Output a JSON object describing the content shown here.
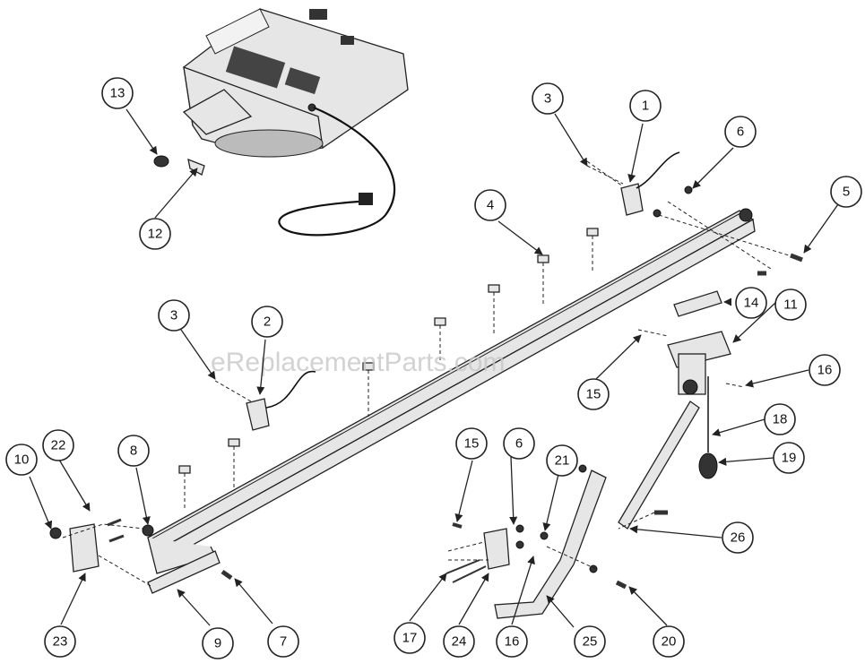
{
  "watermark": "eReplacementParts.com",
  "callouts": [
    "1",
    "2",
    "3",
    "3",
    "4",
    "5",
    "6",
    "6",
    "7",
    "8",
    "9",
    "10",
    "11",
    "12",
    "13",
    "14",
    "15",
    "15",
    "16",
    "16",
    "17",
    "18",
    "19",
    "20",
    "21",
    "22",
    "23",
    "24",
    "25",
    "26"
  ]
}
